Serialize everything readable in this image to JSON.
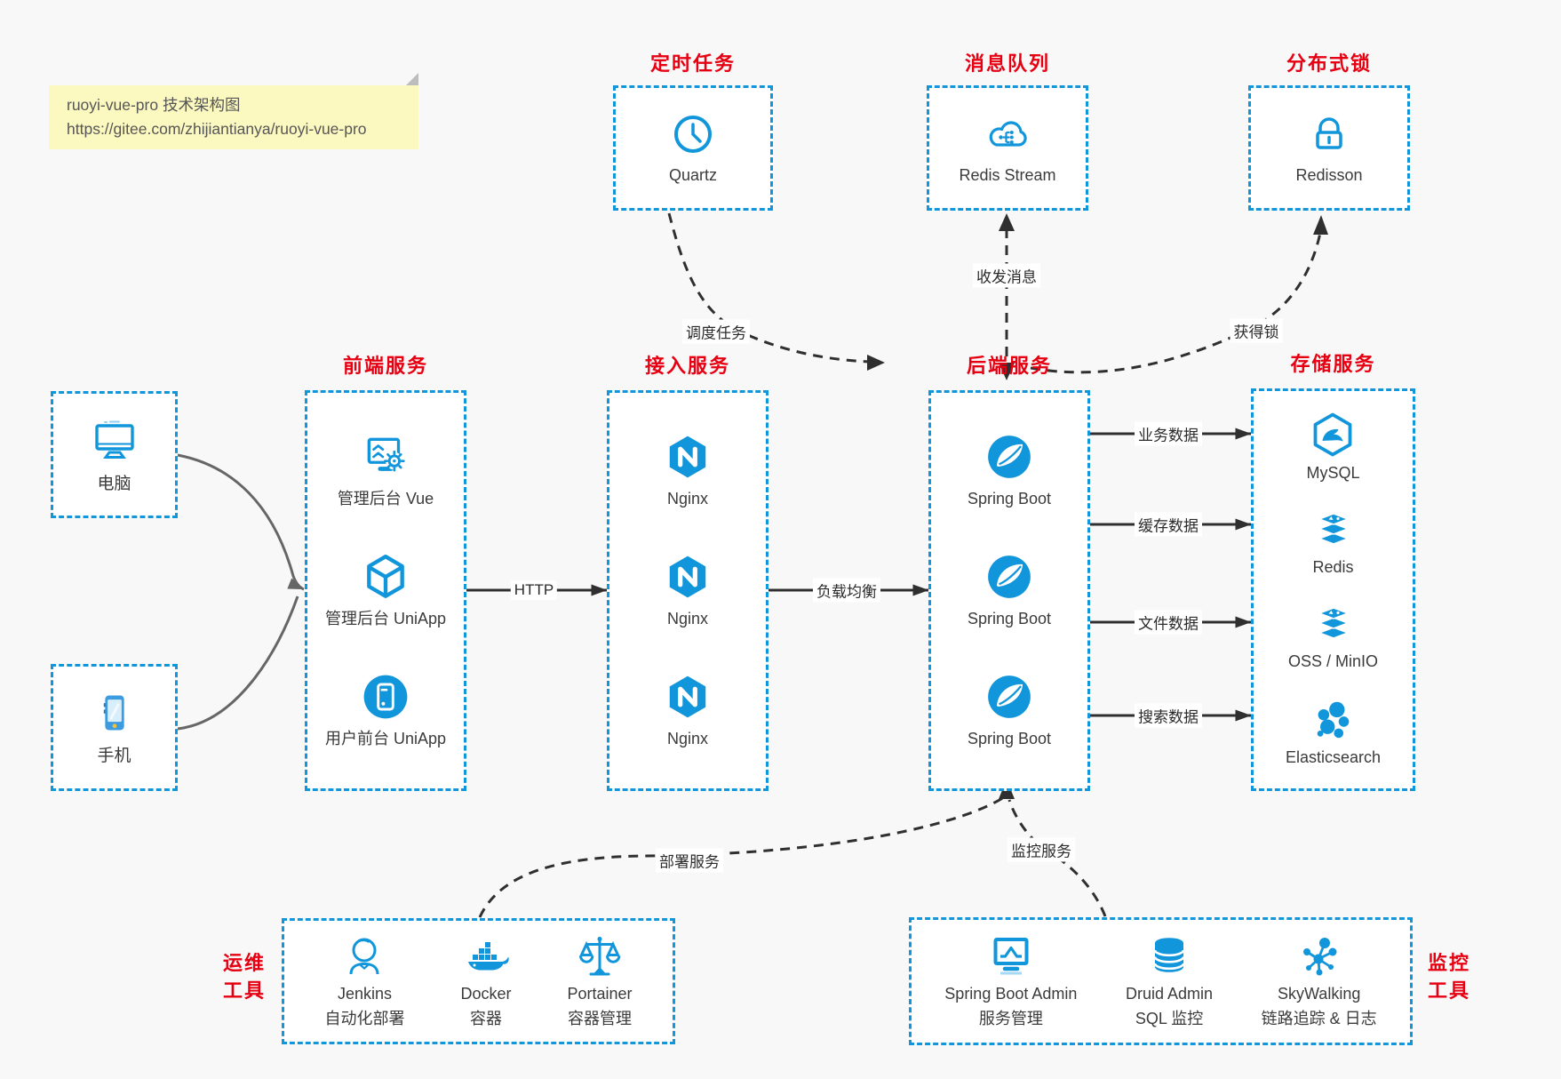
{
  "note": {
    "line1": "ruoyi-vue-pro 技术架构图",
    "line2": "https://gitee.com/zhijiantianya/ruoyi-vue-pro"
  },
  "colors": {
    "accent_blue": "#1296db",
    "title_red": "#e60012",
    "arrow_dark": "#2f2f2f",
    "arrow_gray": "#666666",
    "note_bg": "#fbf8c0",
    "background": "#f8f8f8"
  },
  "top_services": [
    {
      "title": "定时任务",
      "icon": "clock-icon",
      "label": "Quartz"
    },
    {
      "title": "消息队列",
      "icon": "cloud-stream-icon",
      "label": "Redis Stream"
    },
    {
      "title": "分布式锁",
      "icon": "lock-icon",
      "label": "Redisson"
    }
  ],
  "clients": [
    {
      "icon": "desktop-icon",
      "label": "电脑"
    },
    {
      "icon": "smartphone-icon",
      "label": "手机"
    }
  ],
  "columns": [
    {
      "title": "前端服务",
      "items": [
        {
          "icon": "admin-vue-icon",
          "label": "管理后台 Vue"
        },
        {
          "icon": "cube-icon",
          "label": "管理后台 UniApp"
        },
        {
          "icon": "mobile-app-icon",
          "label": "用户前台 UniApp"
        }
      ]
    },
    {
      "title": "接入服务",
      "items": [
        {
          "icon": "nginx-icon",
          "label": "Nginx"
        },
        {
          "icon": "nginx-icon",
          "label": "Nginx"
        },
        {
          "icon": "nginx-icon",
          "label": "Nginx"
        }
      ]
    },
    {
      "title": "后端服务",
      "items": [
        {
          "icon": "spring-boot-icon",
          "label": "Spring Boot"
        },
        {
          "icon": "spring-boot-icon",
          "label": "Spring Boot"
        },
        {
          "icon": "spring-boot-icon",
          "label": "Spring Boot"
        }
      ]
    },
    {
      "title": "存储服务",
      "items": [
        {
          "icon": "mysql-icon",
          "label": "MySQL"
        },
        {
          "icon": "redis-icon",
          "label": "Redis"
        },
        {
          "icon": "oss-icon",
          "label": "OSS / MinIO"
        },
        {
          "icon": "elasticsearch-icon",
          "label": "Elasticsearch"
        }
      ]
    }
  ],
  "edges": {
    "http": "HTTP",
    "load_balance": "负载均衡",
    "business_data": "业务数据",
    "cache_data": "缓存数据",
    "file_data": "文件数据",
    "search_data": "搜索数据",
    "schedule_task": "调度任务",
    "send_receive_msg": "收发消息",
    "acquire_lock": "获得锁",
    "deploy_service": "部署服务",
    "monitor_service": "监控服务"
  },
  "ops_tools": {
    "title_line1": "运维",
    "title_line2": "工具",
    "items": [
      {
        "icon": "jenkins-icon",
        "label": "Jenkins",
        "sublabel": "自动化部署"
      },
      {
        "icon": "docker-icon",
        "label": "Docker",
        "sublabel": "容器"
      },
      {
        "icon": "portainer-icon",
        "label": "Portainer",
        "sublabel": "容器管理"
      }
    ]
  },
  "monitor_tools": {
    "title_line1": "监控",
    "title_line2": "工具",
    "items": [
      {
        "icon": "spring-boot-admin-icon",
        "label": "Spring Boot Admin",
        "sublabel": "服务管理"
      },
      {
        "icon": "druid-icon",
        "label": "Druid Admin",
        "sublabel": "SQL 监控"
      },
      {
        "icon": "skywalking-icon",
        "label": "SkyWalking",
        "sublabel": "链路追踪 & 日志"
      }
    ]
  }
}
